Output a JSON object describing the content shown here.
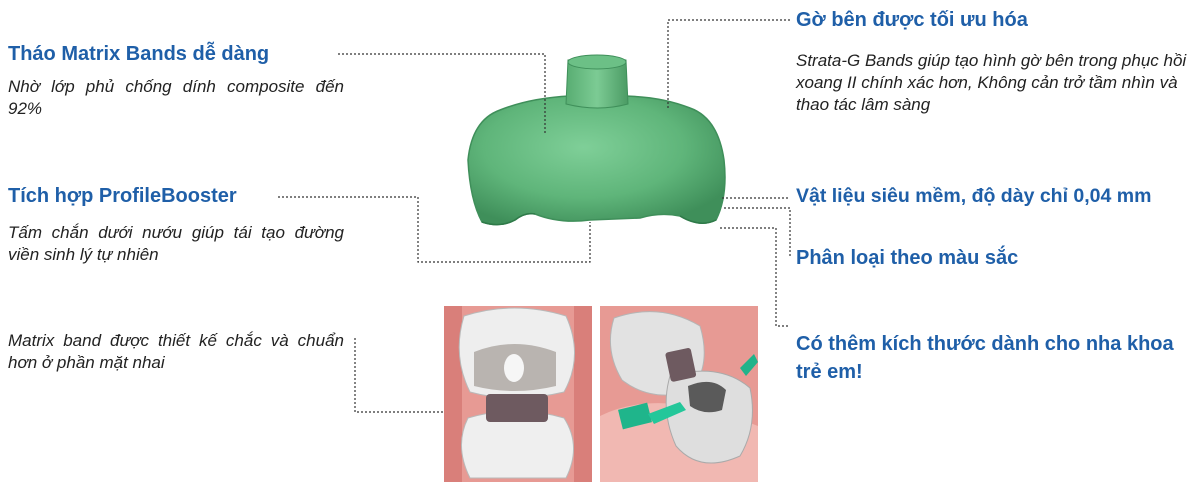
{
  "features": {
    "easy_removal": {
      "title": "Tháo Matrix Bands dễ dàng",
      "description": "Nhờ lớp phủ chống dính composite đến 92%"
    },
    "profile_booster": {
      "title": "Tích hợp ProfileBooster",
      "description": "Tấm chắn dưới nướu giúp tái tạo đường viền sinh lý tự nhiên"
    },
    "occlusal": {
      "description": "Matrix band được thiết kế chắc và chuẩn hơn ở phần mặt nhai"
    },
    "lateral_ridge": {
      "title": "Gờ bên được tối ưu hóa",
      "description": "Strata-G Bands giúp tạo hình gờ bên trong phục hồi xoang II chính xác hơn, Không cản trở tầm nhìn và thao tác lâm sàng"
    },
    "ultra_soft": {
      "title": "Vật liệu siêu mềm, độ dày chỉ 0,04 mm"
    },
    "color_coding": {
      "title": "Phân loại theo màu sắc"
    },
    "pediatric": {
      "title": "Có thêm kích thước dành cho nha khoa trẻ em!"
    }
  },
  "colors": {
    "heading": "#1f5fa8",
    "body_text": "#222222",
    "band_green": "#5fb57a",
    "leader_line": "#333333"
  }
}
